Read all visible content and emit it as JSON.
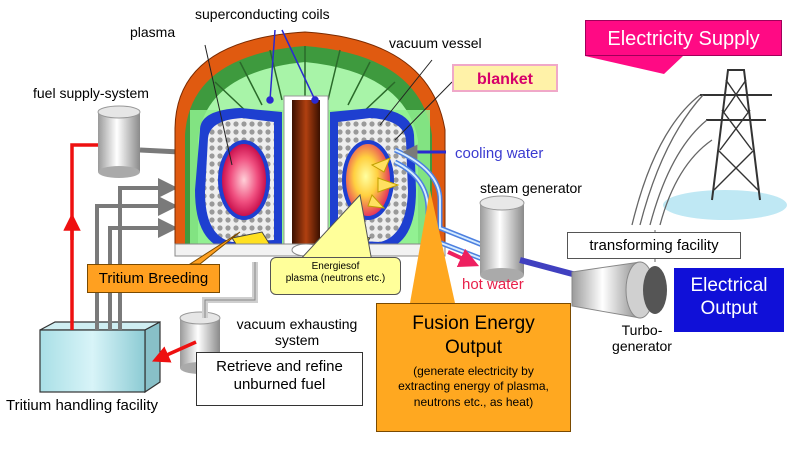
{
  "title_box": "Electricity Supply",
  "labels": {
    "superconducting_coils": "superconducting coils",
    "plasma": "plasma",
    "vacuum_vessel": "vacuum vessel",
    "blanket": "blanket",
    "fuel_supply": "fuel supply-system",
    "cooling_water": "cooling water",
    "steam_generator": "steam generator",
    "transforming_facility": "transforming facility",
    "tritium_breeding": "Tritium Breeding",
    "energies_line1": "Energiesof",
    "energies_line2": "plasma (neutrons etc.)",
    "hot_water": "hot water",
    "electrical_output_line1": "Electrical",
    "electrical_output_line2": "Output",
    "vacuum_exhaust_line1": "vacuum exhausting",
    "vacuum_exhaust_line2": "system",
    "turbo_line1": "Turbo-",
    "turbo_line2": "generator",
    "retrieve_line1": "Retrieve and refine",
    "retrieve_line2": "unburned fuel",
    "tritium_handling": "Tritium handling facility"
  },
  "fusion_output": {
    "title_line1": "Fusion Energy",
    "title_line2": "Output",
    "sub_line1": "(generate electricity by",
    "sub_line2": "extracting energy of plasma,",
    "sub_line3": "neutrons etc., as heat)"
  },
  "colors": {
    "electricity_supply_bg": "#ff0a84",
    "electrical_output_bg": "#1010d8",
    "fusion_box_bg": "#ffa820",
    "tritium_breeding_bg": "#ffa020",
    "blanket_bg": "#fff2a8",
    "blanket_text": "#d6006a",
    "cooling_water_text": "#3a3ad0",
    "hot_water_text": "#e8204a",
    "coil_green": "#3e9a3e",
    "blanket_green": "#8ef08e",
    "vessel_blue": "#1e3fd0",
    "plasma_pink": "#e8206a",
    "flow_arrow_red": "#ee1010"
  }
}
